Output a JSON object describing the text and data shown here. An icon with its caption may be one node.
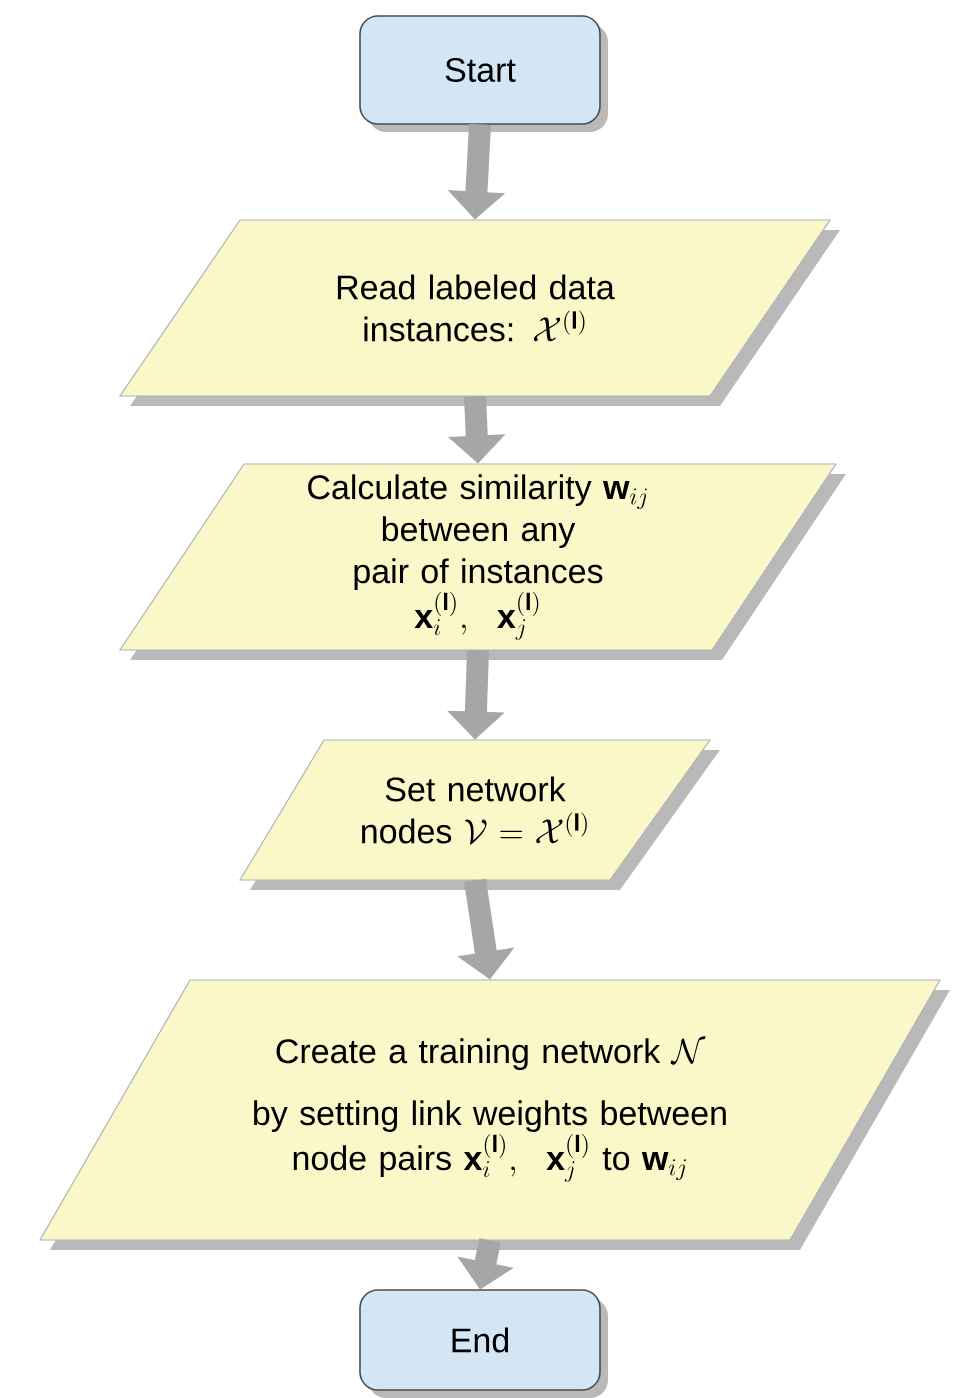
{
  "diagram": {
    "nodes": [
      {
        "text": [
          "Start"
        ]
      },
      {
        "text": [
          "Read labeled data instances:",
          "\\mathcal{X}^{(\\mathbf{l})}"
        ]
      },
      {
        "text": [
          "Calculate similarity",
          "\\mathbf{w}_{ij}",
          "between any pair of instances",
          "\\mathbf{x}_{i}^{(\\mathbf{l})},\\ \\ \\mathbf{x}_{j}^{(\\mathbf{l})}"
        ]
      },
      {
        "text": [
          "Set network nodes",
          "\\mathcal{V}=\\mathcal{X}^{(\\mathbf{l})}"
        ]
      },
      {
        "text": [
          "Create a training network",
          "\\mathcal{N}",
          "by setting link weights between node pairs",
          "\\mathbf{x}_{i}^{(\\mathbf{l})},\\ \\ \\mathbf{x}_{j}^{(\\mathbf{l})}",
          "to",
          "\\mathbf{w}_{ij}"
        ]
      },
      {
        "text": [
          "End"
        ]
      }
    ],
    "edges": [
      {
        "from": 0,
        "to": 1,
        "arrow": "to"
      },
      {
        "from": 1,
        "to": 2,
        "arrow": "to"
      },
      {
        "from": 2,
        "to": 3,
        "arrow": "to"
      },
      {
        "from": 3,
        "to": 4,
        "arrow": "to"
      },
      {
        "from": 4,
        "to": 5,
        "arrow": "to"
      }
    ]
  }
}
